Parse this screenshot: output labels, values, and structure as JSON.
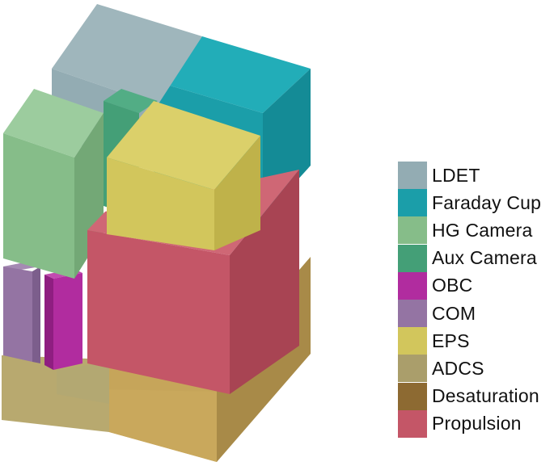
{
  "legend": {
    "items": [
      {
        "key": "ldet",
        "label": "LDET",
        "color": "#93acb3"
      },
      {
        "key": "faraday",
        "label": "Faraday Cup",
        "color": "#1b9ea9"
      },
      {
        "key": "hgcam",
        "label": "HG Camera",
        "color": "#86bd89"
      },
      {
        "key": "auxcam",
        "label": "Aux Camera",
        "color": "#449f77"
      },
      {
        "key": "obc",
        "label": "OBC",
        "color": "#b12c9f"
      },
      {
        "key": "com",
        "label": "COM",
        "color": "#9474a3"
      },
      {
        "key": "eps",
        "label": "EPS",
        "color": "#d2c65c"
      },
      {
        "key": "adcs",
        "label": "ADCS",
        "color": "#aa9e6b"
      },
      {
        "key": "desat",
        "label": "Desaturation",
        "color": "#8d6a32"
      },
      {
        "key": "prop",
        "label": "Propulsion",
        "color": "#c45667"
      }
    ]
  },
  "components": [
    {
      "key": "ldet",
      "color": "#93acb3"
    },
    {
      "key": "faraday",
      "color": "#1b9ea9"
    },
    {
      "key": "hgcam",
      "color": "#86bd89"
    },
    {
      "key": "auxcam",
      "color": "#449f77"
    },
    {
      "key": "obc",
      "color": "#b12c9f"
    },
    {
      "key": "com",
      "color": "#9474a3"
    },
    {
      "key": "eps",
      "color": "#d2c65c"
    },
    {
      "key": "adcs",
      "color": "#aa9e6b"
    },
    {
      "key": "desat",
      "color": "#c6a55a"
    },
    {
      "key": "prop",
      "color": "#c45667"
    }
  ]
}
